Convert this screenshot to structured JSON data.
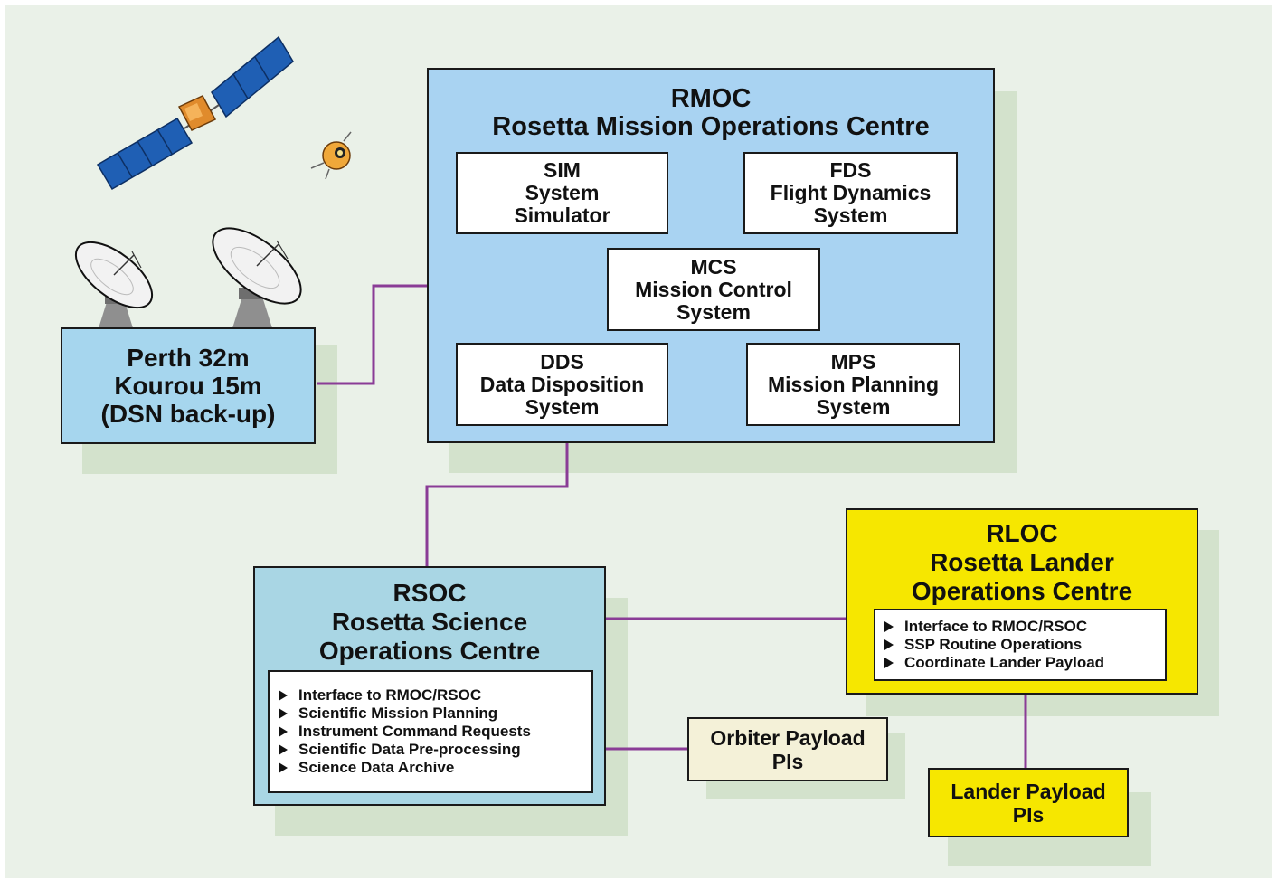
{
  "rmoc": {
    "title": "RMOC",
    "subtitle": "Rosetta Mission Operations Centre",
    "sim": {
      "l1": "SIM",
      "l2": "System",
      "l3": "Simulator"
    },
    "fds": {
      "l1": "FDS",
      "l2": "Flight Dynamics",
      "l3": "System"
    },
    "mcs": {
      "l1": "MCS",
      "l2": "Mission Control",
      "l3": "System"
    },
    "dds": {
      "l1": "DDS",
      "l2": "Data Disposition",
      "l3": "System"
    },
    "mps": {
      "l1": "MPS",
      "l2": "Mission Planning",
      "l3": "System"
    }
  },
  "ground": {
    "l1": "Perth 32m",
    "l2": "Kourou 15m",
    "l3": "(DSN back-up)"
  },
  "rsoc": {
    "l1": "RSOC",
    "l2": "Rosetta Science",
    "l3": "Operations Centre",
    "items": [
      "Interface to RMOC/RSOC",
      "Scientific Mission Planning",
      "Instrument Command Requests",
      "Scientific Data Pre-processing",
      "Science Data Archive"
    ]
  },
  "rloc": {
    "l1": "RLOC",
    "l2": "Rosetta Lander",
    "l3": "Operations Centre",
    "items": [
      "Interface to RMOC/RSOC",
      "SSP Routine Operations",
      "Coordinate Lander Payload"
    ]
  },
  "orbiter_pis": {
    "l1": "Orbiter Payload",
    "l2": "PIs"
  },
  "lander_pis": {
    "l1": "Lander Payload",
    "l2": "PIs"
  },
  "colors": {
    "rmoc_fill": "#a9d3f2",
    "ground_fill": "#a6d6ee",
    "rsoc_fill": "#a9d6e4",
    "rloc_fill": "#f6e700",
    "lander_pis_fill": "#f6e700",
    "orbiter_pis_fill": "#f4f1d8",
    "connector": "#8a3c96"
  }
}
